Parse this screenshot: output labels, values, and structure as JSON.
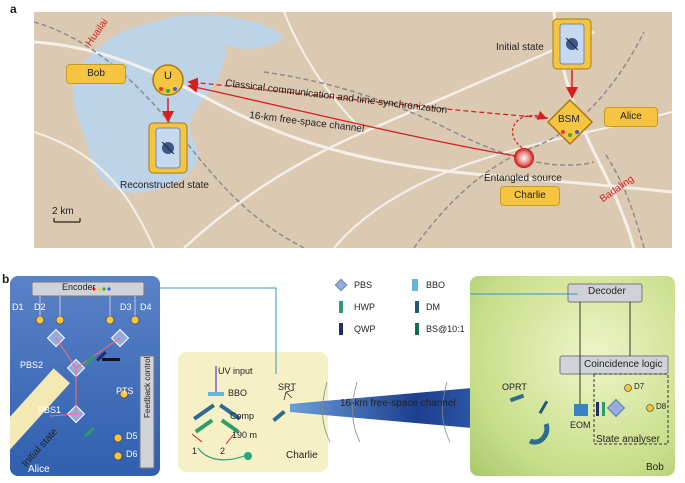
{
  "panel_a": {
    "letter": "a",
    "place_huailai": "Huailai",
    "place_badaling": "Badaling",
    "bob": "Bob",
    "alice": "Alice",
    "charlie": "Charlie",
    "u_label": "U",
    "bsm_label": "BSM",
    "initial_state": "Initial state",
    "reconstructed_state": "Reconstructed state",
    "entangled_source": "Entangled source",
    "classical_channel": "Classical communication and time synchronization",
    "free_space_channel": "16-km free-space channel",
    "scale": "2 km"
  },
  "panel_b": {
    "letter": "b",
    "legend": {
      "pbs": "PBS",
      "bbo": "BBO",
      "hwp": "HWP",
      "dm": "DM",
      "qwp": "QWP",
      "bs": "BS@10:1"
    },
    "alice": {
      "name": "Alice",
      "encoder": "Encoder",
      "d1": "D1",
      "d2": "D2",
      "d3": "D3",
      "d4": "D4",
      "d5": "D5",
      "d6": "D6",
      "pbs2": "PBS2",
      "pbs1": "PBS1",
      "pts": "PTS",
      "initial_state": "Initial state",
      "feedback": "Feedback control"
    },
    "charlie": {
      "name": "Charlie",
      "uv_input": "UV input",
      "bbo": "BBO",
      "comp": "Comp",
      "fiber": "190 m",
      "port1": "1",
      "port2": "2",
      "srt": "SRT"
    },
    "channel": "16-km free-space channel",
    "bob": {
      "name": "Bob",
      "decoder": "Decoder",
      "coincidence": "Coincidence logic",
      "oprt": "OPRT",
      "eom": "EOM",
      "d7": "D7",
      "d8": "D8",
      "analyser": "State analyser"
    }
  }
}
